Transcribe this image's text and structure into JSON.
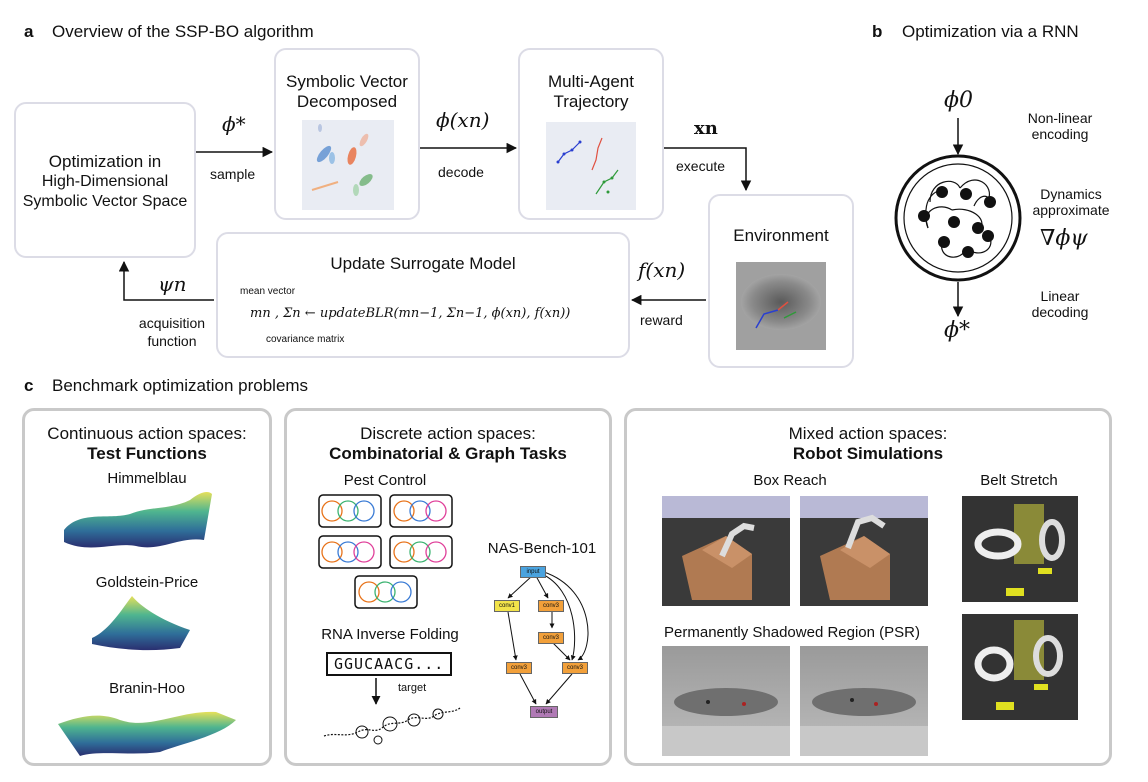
{
  "panel_a": {
    "letter": "a",
    "title": "Overview of the SSP-BO algorithm",
    "opt_box": [
      "Optimization in",
      "High-Dimensional",
      "Symbolic Vector Space"
    ],
    "svd_box": [
      "Symbolic Vector",
      "Decomposed"
    ],
    "mat_box": [
      "Multi-Agent",
      "Trajectory"
    ],
    "env_box": "Environment",
    "surrogate_title": "Update Surrogate Model",
    "arrow_sample_sym": "ϕ*",
    "arrow_sample": "sample",
    "arrow_decode_sym": "ϕ(xn)",
    "arrow_decode": "decode",
    "arrow_execute_sym": "xn",
    "arrow_execute": "execute",
    "arrow_reward_sym": "f(xn)",
    "arrow_reward": "reward",
    "arrow_acq_sym": "ψn",
    "arrow_acq": [
      "acquisition",
      "function"
    ],
    "mean_vector": "mean vector",
    "covariance_matrix": "covariance matrix",
    "update_eq": "mn , Σn ← updateBLR(mn−1, Σn−1, ϕ(xn), f(xn))"
  },
  "panel_b": {
    "letter": "b",
    "title": "Optimization via a RNN",
    "phi0": "ϕ0",
    "phistar": "ϕ*",
    "nonlinear": [
      "Non-linear",
      "encoding"
    ],
    "dynamics": [
      "Dynamics",
      "approximate"
    ],
    "grad": "∇ϕψ",
    "linear": [
      "Linear",
      "decoding"
    ]
  },
  "panel_c": {
    "letter": "c",
    "title": "Benchmark optimization problems",
    "continuous": {
      "header": "Continuous action spaces:",
      "bold": "Test Functions",
      "items": [
        "Himmelblau",
        "Goldstein-Price",
        "Branin-Hoo"
      ]
    },
    "discrete": {
      "header": "Discrete action spaces:",
      "bold": "Combinatorial & Graph Tasks",
      "pest": "Pest Control",
      "nas": "NAS-Bench-101",
      "rna": "RNA Inverse Folding",
      "rna_seq": "GGUCAACG...",
      "target": "target",
      "nas_nodes": [
        "input",
        "conv1",
        "conv3",
        "conv3",
        "conv3",
        "conv3",
        "output"
      ]
    },
    "mixed": {
      "header": "Mixed action spaces:",
      "bold": "Robot Simulations",
      "box_reach": "Box Reach",
      "belt": "Belt Stretch",
      "psr": "Permanently Shadowed Region (PSR)"
    }
  },
  "colors": {
    "box_border": "#dcdce6",
    "panel_border": "#c9c9c9",
    "pest_pink": "#e0409a",
    "pest_blue": "#3a7bd5",
    "pest_green": "#3cb371",
    "pest_orange": "#e8731a",
    "nas_blue": "#4aa3df",
    "nas_yellow": "#f2e34a",
    "nas_orange": "#f2a03a",
    "nas_purple": "#b07ab5"
  }
}
